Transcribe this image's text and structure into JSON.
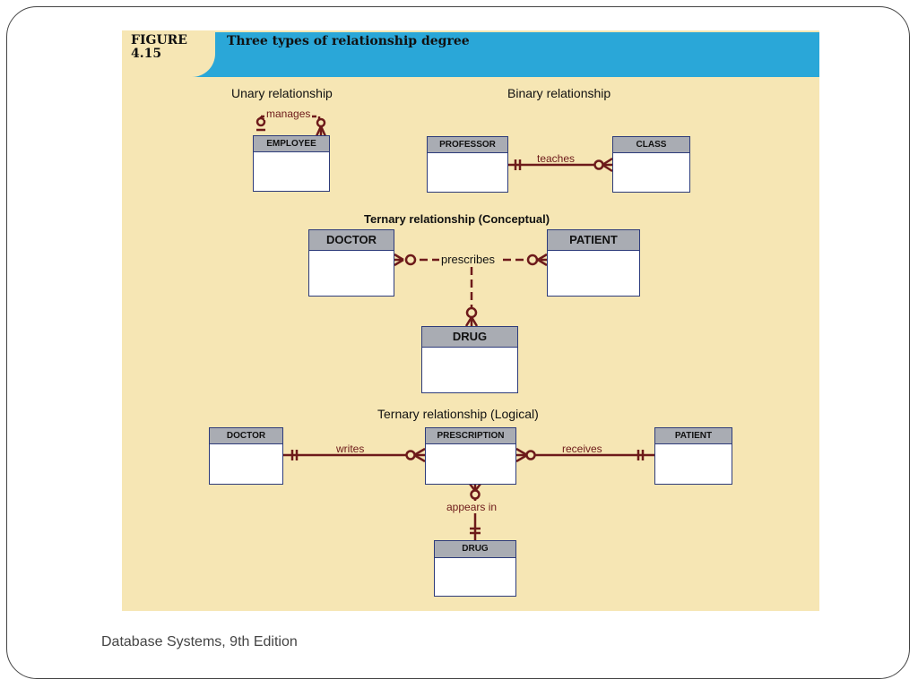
{
  "figure": {
    "label": "FIGURE\n4.15",
    "title": "Three types of relationship degree"
  },
  "unary": {
    "title": "Unary relationship",
    "entity": "EMPLOYEE",
    "relationship": "manages"
  },
  "binary": {
    "title": "Binary relationship",
    "entity_left": "PROFESSOR",
    "entity_right": "CLASS",
    "relationship": "teaches"
  },
  "ternary_conceptual": {
    "title": "Ternary relationship (Conceptual)",
    "entity_left": "DOCTOR",
    "entity_right": "PATIENT",
    "entity_bottom": "DRUG",
    "relationship": "prescribes"
  },
  "ternary_logical": {
    "title": "Ternary relationship (Logical)",
    "entity_left": "DOCTOR",
    "entity_center": "PRESCRIPTION",
    "entity_right": "PATIENT",
    "entity_bottom": "DRUG",
    "rel_left": "writes",
    "rel_right": "receives",
    "rel_bottom": "appears in"
  },
  "footer": {
    "caption": "Database Systems, 9th Edition"
  },
  "colors": {
    "panel_bg": "#f6e6b4",
    "header_bar": "#2aa7d8",
    "entity_header": "#a9acb3",
    "entity_border": "#2d3b7a",
    "relationship_line": "#6d1a1a"
  }
}
